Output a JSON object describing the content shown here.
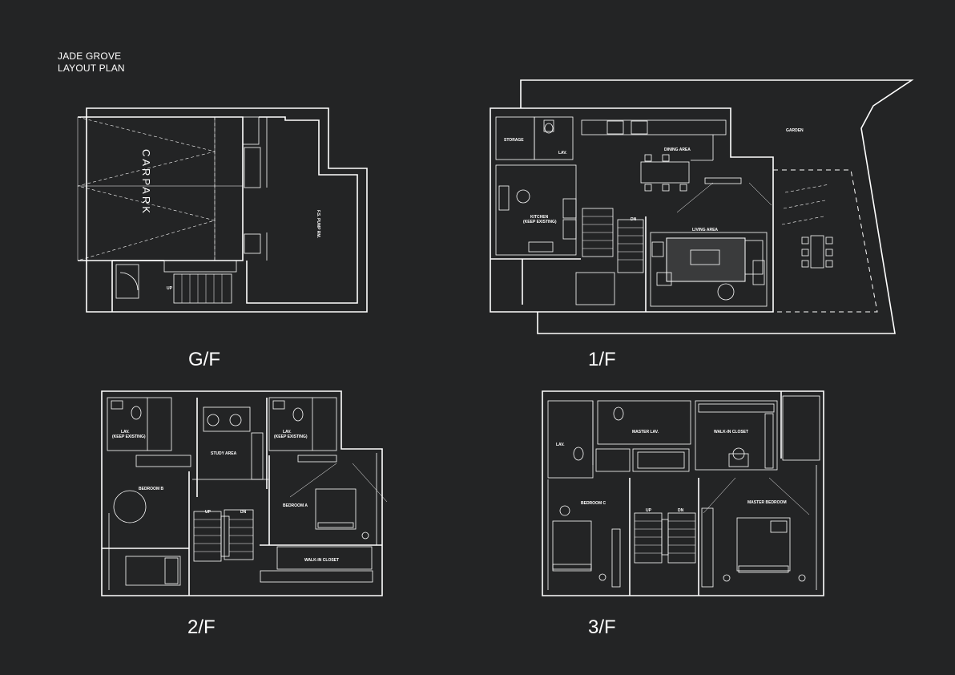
{
  "title": {
    "line1": "JADE GROVE",
    "line2": "LAYOUT PLAN"
  },
  "floors": {
    "gf": {
      "label": "G/F",
      "rooms": {
        "carpark": "CARPARK",
        "pump": "F.S. PUMP RM.",
        "up": "UP"
      }
    },
    "f1": {
      "label": "1/F",
      "rooms": {
        "storage": "STORAGE",
        "lav": "LAV.",
        "kitchen": "KITCHEN",
        "kitchen_note": "(KEEP EXISTING)",
        "dining": "DINING AREA",
        "living": "LIVING AREA",
        "garden": "GARDEN",
        "dn": "DN"
      }
    },
    "f2": {
      "label": "2/F",
      "rooms": {
        "lav1": "LAV.",
        "lav1_note": "(KEEP EXISTING)",
        "lav2": "LAV.",
        "lav2_note": "(KEEP EXISTING)",
        "study": "STUDY AREA",
        "bedroom_b": "BEDROOM B",
        "bedroom_a": "BEDROOM A",
        "walkin": "WALK-IN CLOSET",
        "up": "UP",
        "dn": "DN"
      }
    },
    "f3": {
      "label": "3/F",
      "rooms": {
        "lav": "LAV.",
        "master_lav": "MASTER LAV.",
        "walkin": "WALK-IN CLOSET",
        "bedroom_c": "BEDROOM C",
        "master_bedroom": "MASTER BEDROOM",
        "up": "UP",
        "dn": "DN"
      }
    }
  },
  "colors": {
    "background": "#232425",
    "lines": "#ffffff"
  }
}
